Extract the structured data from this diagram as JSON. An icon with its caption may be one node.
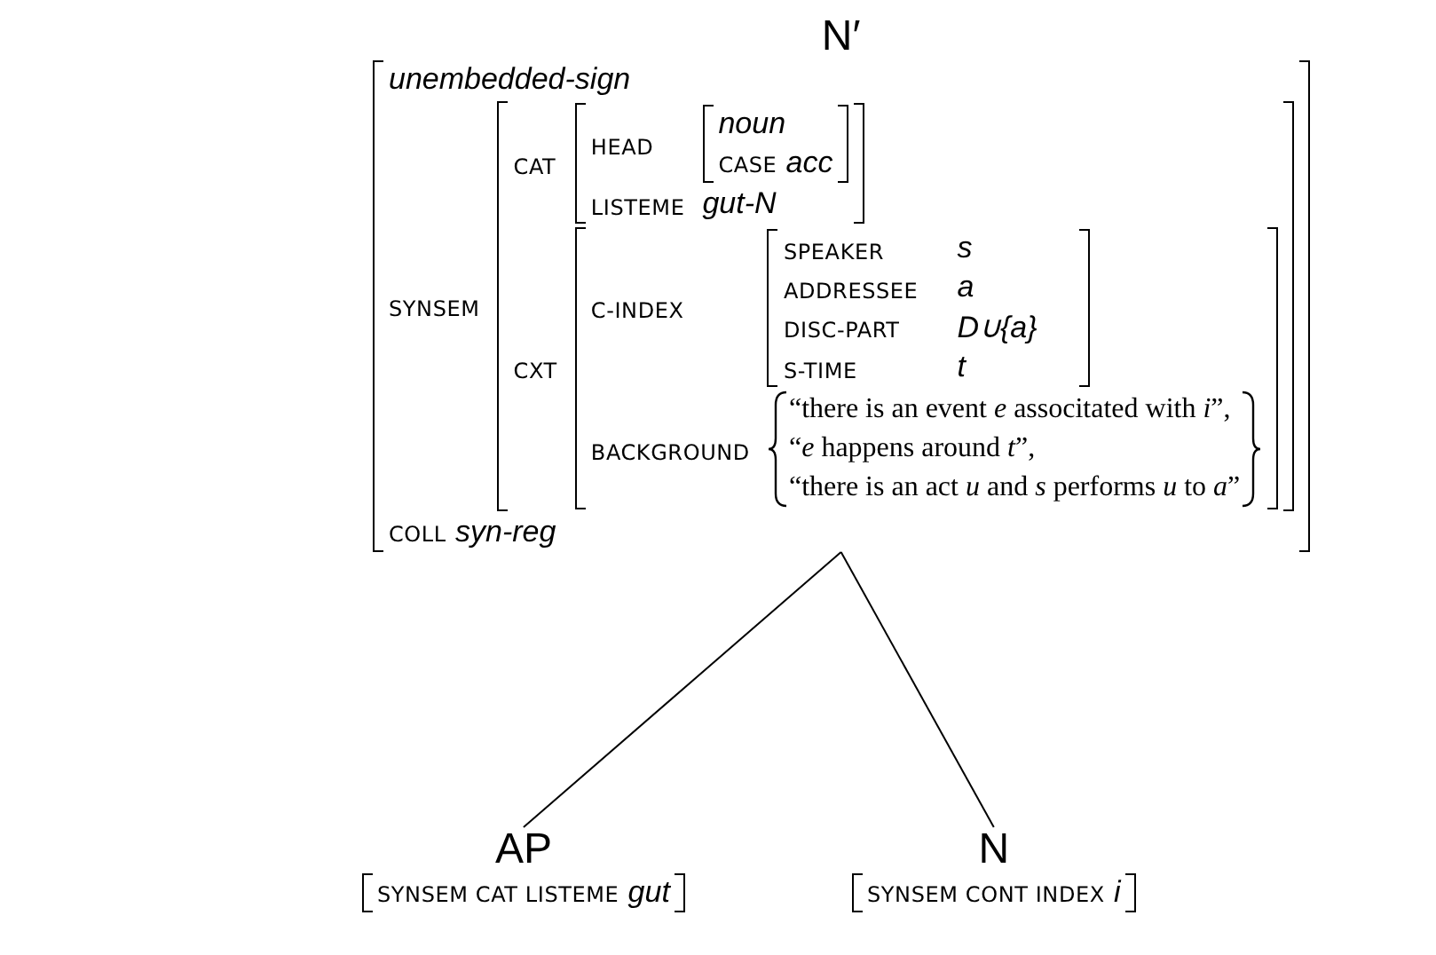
{
  "diagram": {
    "nodes": [
      {
        "text": [
          "N′"
        ]
      },
      {
        "text": [
          "AP"
        ]
      },
      {
        "text": [
          "N"
        ]
      }
    ],
    "edges": [
      {
        "from": 0,
        "to": 1,
        "arrow": "none"
      },
      {
        "from": 0,
        "to": 2,
        "arrow": "none"
      }
    ],
    "labels": [
      "unembedded-sign",
      "SYNSEM",
      "CAT",
      "HEAD",
      "noun",
      "CASE",
      "acc",
      "LISTEME",
      "gut-N",
      "CXT",
      "C-INDEX",
      "SPEAKER",
      "s",
      "ADDRESSEE",
      "a",
      "DISC-PART",
      "*D*∪{*a*}",
      "S-TIME",
      "t",
      "BACKGROUND",
      "“there is an event *e* associtated with *i*”,",
      "“*e* happens around *t*”,",
      "“there is an act *u* and *s* performs *u* to *a*”",
      "COLL",
      "syn-reg",
      "SYNSEM CAT LISTEME",
      "gut",
      "SYNSEM CONT INDEX",
      "i"
    ]
  }
}
